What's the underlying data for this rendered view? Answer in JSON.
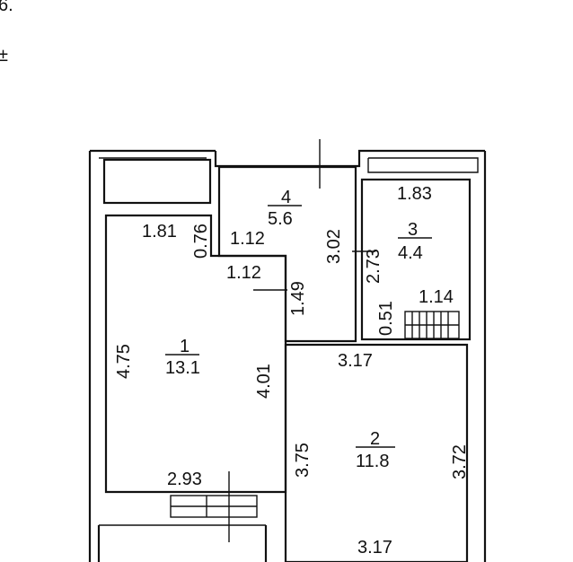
{
  "corner_marks": [
    "6.",
    "±"
  ],
  "rooms": [
    {
      "number": "1",
      "area": "13.1"
    },
    {
      "number": "2",
      "area": "11.8"
    },
    {
      "number": "3",
      "area": "4.4"
    },
    {
      "number": "4",
      "area": "5.6"
    }
  ],
  "dimensions": {
    "room1_width_top": "1.81",
    "room1_notch_height": "0.76",
    "room1_left_height": "4.75",
    "room1_right_height": "4.01",
    "room1_width_bottom": "2.93",
    "room4_notch_top": "1.12",
    "room4_notch_bottom": "1.12",
    "room4_notch_height": "1.49",
    "room4_height": "3.02",
    "room3_width": "1.83",
    "room3_height": "2.73",
    "room3_lower_height": "0.51",
    "room3_bath_width": "1.14",
    "room2_width_top": "3.17",
    "room2_left_height": "3.75",
    "room2_right_height": "3.72",
    "room2_width_bottom": "3.17"
  }
}
